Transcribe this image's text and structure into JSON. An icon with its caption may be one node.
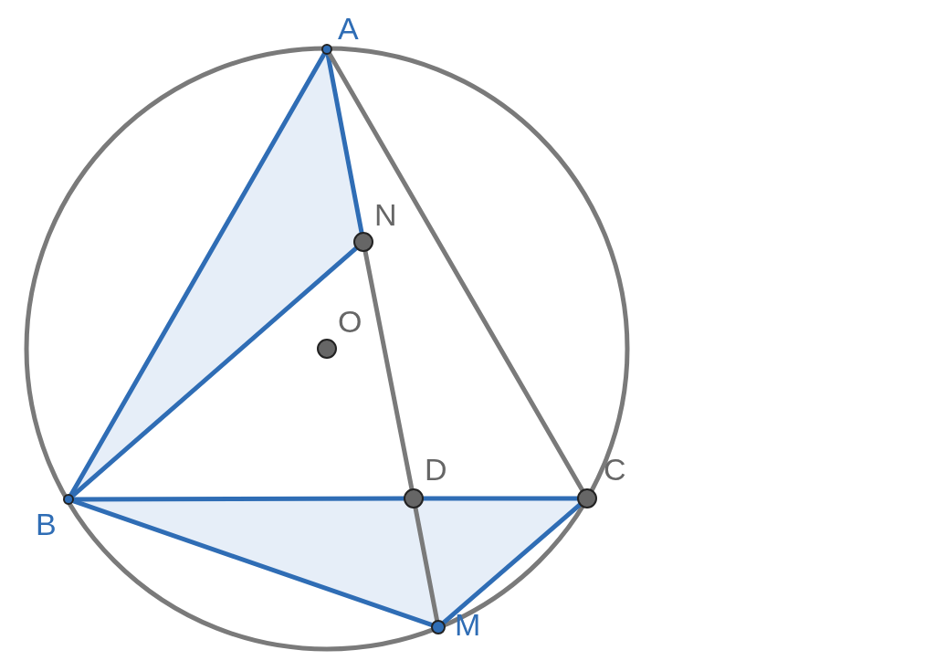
{
  "diagram": {
    "nodes": [
      {
        "text": [
          "A"
        ]
      },
      {
        "text": [
          "N"
        ]
      },
      {
        "text": [
          "O"
        ]
      },
      {
        "text": [
          "D"
        ]
      },
      {
        "text": [
          "B"
        ]
      },
      {
        "text": [
          "C"
        ]
      },
      {
        "text": [
          "M"
        ]
      }
    ],
    "edges": [
      {
        "from": 0,
        "to": 4,
        "arrow": "none"
      },
      {
        "from": 0,
        "to": 1,
        "arrow": "none"
      },
      {
        "from": 0,
        "to": 5,
        "arrow": "none",
        "color": "#7a7a7a"
      },
      {
        "from": 4,
        "to": 1,
        "arrow": "none"
      },
      {
        "from": 1,
        "to": 3,
        "arrow": "none",
        "color": "#7a7a7a"
      },
      {
        "from": 3,
        "to": 6,
        "arrow": "none",
        "color": "#7a7a7a"
      },
      {
        "from": 4,
        "to": 3,
        "arrow": "none"
      },
      {
        "from": 3,
        "to": 5,
        "arrow": "none"
      },
      {
        "from": 4,
        "to": 6,
        "arrow": "none"
      },
      {
        "from": 6,
        "to": 5,
        "arrow": "none"
      }
    ]
  }
}
